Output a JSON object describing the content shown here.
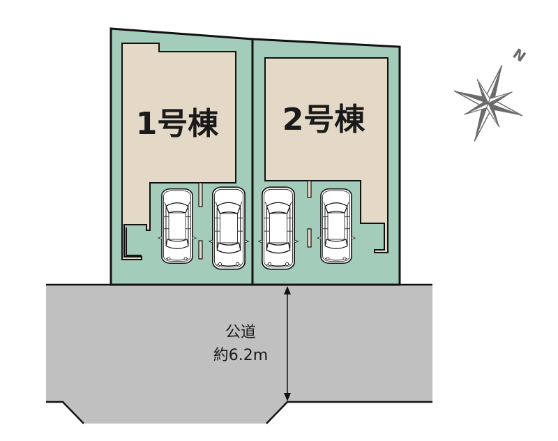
{
  "diagram": {
    "type": "site-plan",
    "lots": [
      {
        "id": "lot-1",
        "label": "1号棟",
        "parking_spaces": 2
      },
      {
        "id": "lot-2",
        "label": "2号棟",
        "parking_spaces": 2
      }
    ],
    "road": {
      "name": "公道",
      "width_label": "約6.2m"
    },
    "compass": {
      "north_label": "N"
    }
  },
  "colors": {
    "lot_fill": "#a3ccbb",
    "building_fill": "#e3d9c6",
    "road_fill": "#c0c0c0",
    "outline": "#111111",
    "compass": "#6b6b6b",
    "car_fill": "#ffffff"
  }
}
